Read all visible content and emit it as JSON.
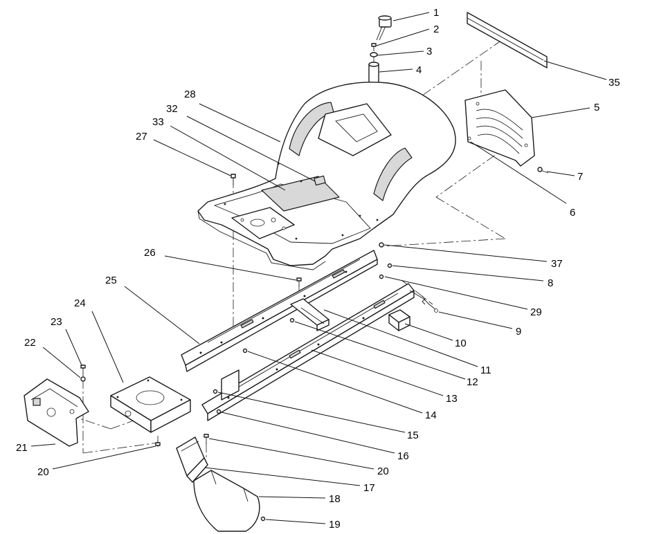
{
  "callouts": [
    {
      "id": "1",
      "label": "1"
    },
    {
      "id": "2",
      "label": "2"
    },
    {
      "id": "3",
      "label": "3"
    },
    {
      "id": "4",
      "label": "4"
    },
    {
      "id": "35",
      "label": "35"
    },
    {
      "id": "5",
      "label": "5"
    },
    {
      "id": "7",
      "label": "7"
    },
    {
      "id": "6",
      "label": "6"
    },
    {
      "id": "28",
      "label": "28"
    },
    {
      "id": "32",
      "label": "32"
    },
    {
      "id": "33",
      "label": "33"
    },
    {
      "id": "27",
      "label": "27"
    },
    {
      "id": "26",
      "label": "26"
    },
    {
      "id": "37",
      "label": "37"
    },
    {
      "id": "8",
      "label": "8"
    },
    {
      "id": "29",
      "label": "29"
    },
    {
      "id": "9",
      "label": "9"
    },
    {
      "id": "25",
      "label": "25"
    },
    {
      "id": "10",
      "label": "10"
    },
    {
      "id": "11",
      "label": "11"
    },
    {
      "id": "24",
      "label": "24"
    },
    {
      "id": "12",
      "label": "12"
    },
    {
      "id": "23",
      "label": "23"
    },
    {
      "id": "13",
      "label": "13"
    },
    {
      "id": "22",
      "label": "22"
    },
    {
      "id": "14",
      "label": "14"
    },
    {
      "id": "15",
      "label": "15"
    },
    {
      "id": "21",
      "label": "21"
    },
    {
      "id": "16",
      "label": "16"
    },
    {
      "id": "20a",
      "label": "20"
    },
    {
      "id": "20b",
      "label": "20"
    },
    {
      "id": "17",
      "label": "17"
    },
    {
      "id": "18",
      "label": "18"
    },
    {
      "id": "19",
      "label": "19"
    }
  ]
}
